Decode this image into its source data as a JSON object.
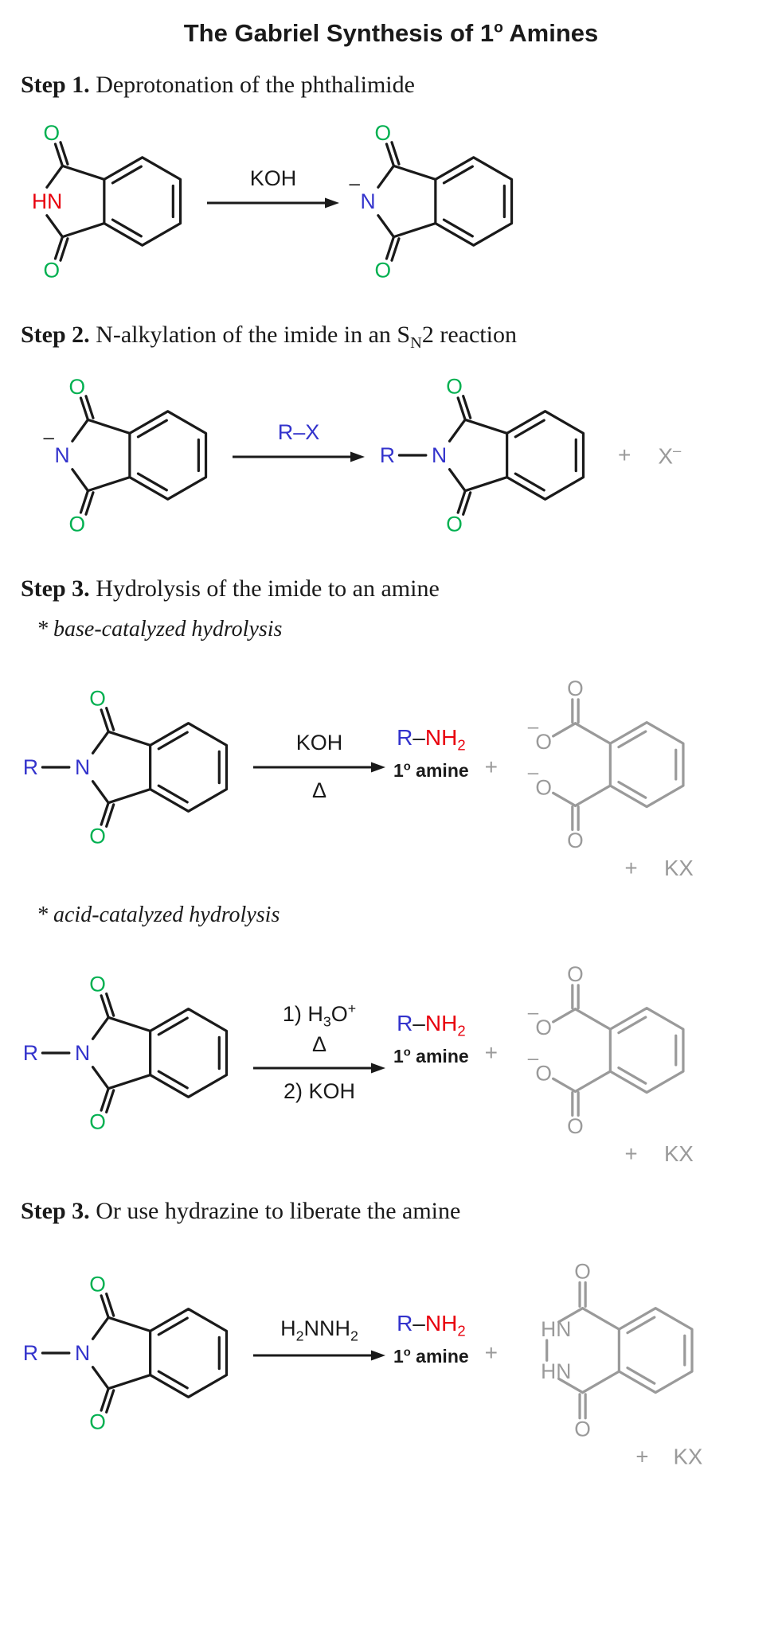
{
  "title": {
    "pre": "The Gabriel Synthesis of 1",
    "sup": "o",
    "post": " Amines"
  },
  "colors": {
    "oxygen_green": "#00b050",
    "nitrogen_blue": "#3333cc",
    "amine_red": "#e8000d",
    "byproduct_gray": "#9a9a9a",
    "bond_black": "#1a1a1a"
  },
  "headings": {
    "step1_label": "Step 1.",
    "step1_text": "Deprotonation of the phthalimide",
    "step2_label": "Step 2.",
    "step2_pre": "N-alkylation of the imide in an S",
    "step2_sub": "N",
    "step2_post": "2 reaction",
    "step3_label": "Step 3.",
    "step3_text": "Hydrolysis of the imide to an amine",
    "base_sub": "* base-catalyzed hydrolysis",
    "acid_sub": "* acid-catalyzed hydrolysis",
    "step3b_label": "Step 3.",
    "step3b_text": "Or use hydrazine to liberate the amine"
  },
  "reagents": {
    "koh": "KOH",
    "delta": "Δ",
    "rx_r": "R",
    "rx_dash": "–",
    "rx_x": "X",
    "acid1_pre": "1) H",
    "acid1_sub": "3",
    "acid1_o": "O",
    "acid1_sup": "+",
    "acid2": "2) KOH",
    "hydrazine_h": "H",
    "hydrazine_sub1": "2",
    "hydrazine_nnh": "NNH",
    "hydrazine_sub2": "2"
  },
  "products": {
    "plus": "+",
    "x": "X",
    "x_charge": "–",
    "r": "R",
    "bond": "–",
    "nh": "NH",
    "sub2": "2",
    "amine_pre": "1",
    "amine_sup": "o",
    "amine_post": " amine",
    "kx": "KX"
  },
  "atoms": {
    "o": "O",
    "n": "N",
    "hn": "HN",
    "r": "R",
    "minus": "–"
  }
}
